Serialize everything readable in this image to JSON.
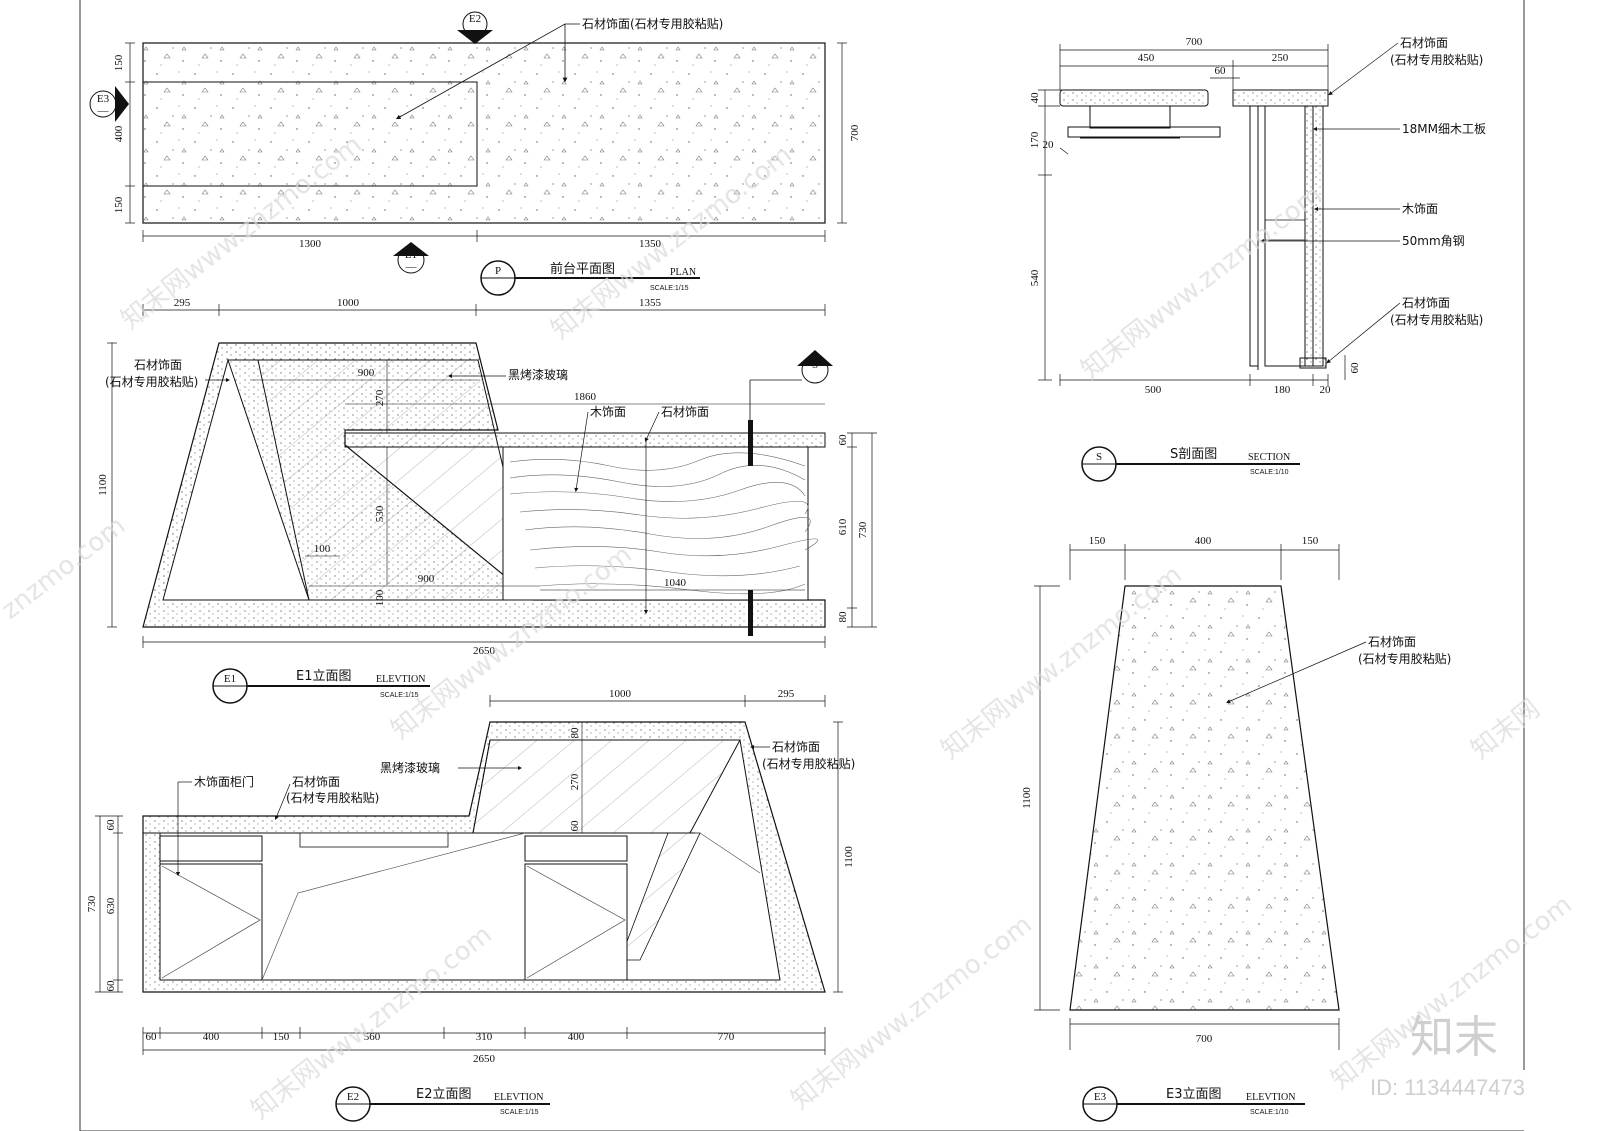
{
  "plan": {
    "marker": "P",
    "title": "前台平面图",
    "title_en": "PLAN",
    "scale": "SCALE:1/15",
    "callout": "石材饰面(石材专用胶粘贴)",
    "dims_bottom": [
      "1300",
      "1350"
    ],
    "dims_left": [
      "150",
      "400",
      "150"
    ],
    "dim_right": "700",
    "view_e1": "E1",
    "view_e2": "E2",
    "view_e3": "E3"
  },
  "e1": {
    "marker": "E1",
    "title": "E1立面图",
    "title_en": "ELEVTION",
    "scale": "SCALE:1/15",
    "dims_top": [
      "295",
      "1000",
      "1355"
    ],
    "dim_total": "2650",
    "dim_left": "1100",
    "dims_right": [
      "60",
      "610",
      "80"
    ],
    "dim_right_total": "730",
    "inner_dims": [
      "900",
      "270",
      "1860",
      "530",
      "100",
      "100",
      "900",
      "1040"
    ],
    "labels": [
      "石材饰面",
      "(石材专用胶粘贴)",
      "黑烤漆玻璃",
      "木饰面",
      "石材饰面"
    ],
    "section": "S"
  },
  "e2": {
    "marker": "E2",
    "title": "E2立面图",
    "title_en": "ELEVTION",
    "scale": "SCALE:1/15",
    "dims_top": [
      "1000",
      "295"
    ],
    "dims_bottom": [
      "60",
      "400",
      "150",
      "560",
      "310",
      "400",
      "770"
    ],
    "dim_total": "2650",
    "dims_left": [
      "60",
      "630",
      "60"
    ],
    "dim_left_total": "730",
    "dim_right": "1100",
    "inner_dims": [
      "80",
      "270",
      "60"
    ],
    "labels": [
      "黑烤漆玻璃",
      "石材饰面",
      "(石材专用胶粘贴)",
      "木饰面柜门",
      "石材饰面",
      "(石材专用胶粘贴)"
    ]
  },
  "section": {
    "marker": "S",
    "title": "S剖面图",
    "title_en": "SECTION",
    "scale": "SCALE:1/10",
    "dims_top": [
      "700",
      "450",
      "250",
      "60"
    ],
    "dims_left": [
      "40",
      "170",
      "20",
      "540"
    ],
    "dims_bottom": [
      "500",
      "180",
      "20"
    ],
    "dim_right": "60",
    "labels": [
      "石材饰面",
      "(石材专用胶粘贴)",
      "18MM细木工板",
      "木饰面",
      "50mm角钢",
      "石材饰面",
      "(石材专用胶粘贴)"
    ]
  },
  "e3": {
    "marker": "E3",
    "title": "E3立面图",
    "title_en": "ELEVTION",
    "scale": "SCALE:1/10",
    "dims_top": [
      "150",
      "400",
      "150"
    ],
    "dim_left": "1100",
    "dim_bottom": "700",
    "labels": [
      "石材饰面",
      "(石材专用胶粘贴)"
    ]
  },
  "watermark": {
    "text": "知末网www.znzmo.com",
    "logo": "知末",
    "id": "ID: 1134447473"
  }
}
